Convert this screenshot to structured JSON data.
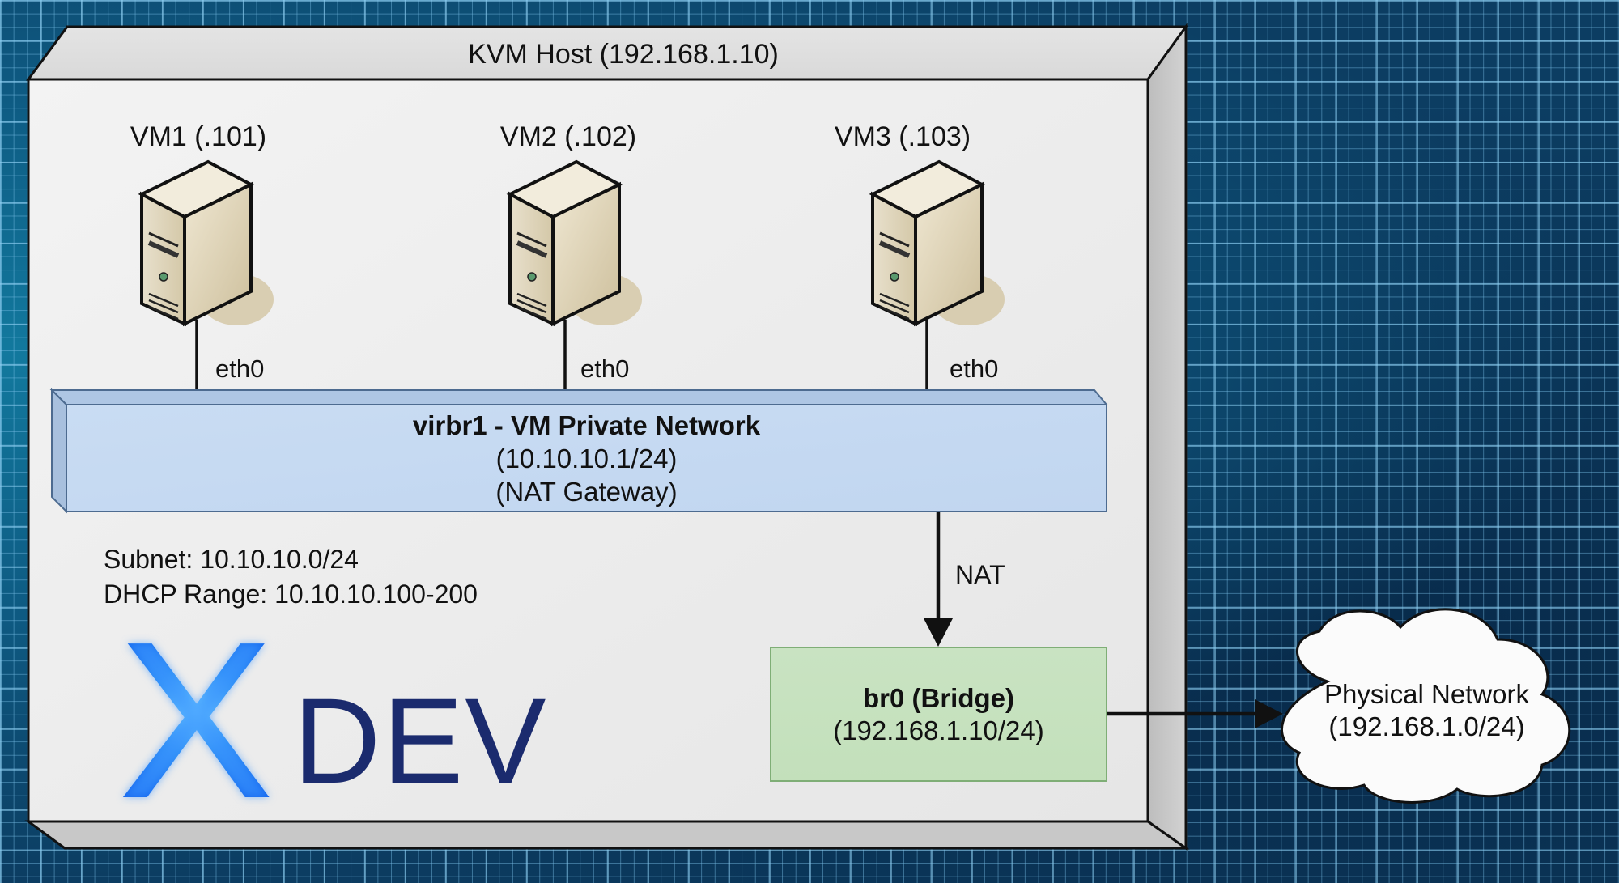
{
  "host": {
    "title": "KVM Host (192.168.1.10)"
  },
  "vms": [
    {
      "label": "VM1 (.101)",
      "interface": "eth0",
      "icon": "server-tower-icon"
    },
    {
      "label": "VM2 (.102)",
      "interface": "eth0",
      "icon": "server-tower-icon"
    },
    {
      "label": "VM3 (.103)",
      "interface": "eth0",
      "icon": "server-tower-icon"
    }
  ],
  "virbr1": {
    "title": "virbr1 - VM Private Network",
    "address": "(10.10.10.1/24)",
    "role": "(NAT Gateway)",
    "color": "#c6daf2"
  },
  "network_info": {
    "subnet": "Subnet: 10.10.10.0/24",
    "dhcp": "DHCP Range: 10.10.10.100-200"
  },
  "nat_link": {
    "label": "NAT"
  },
  "br0": {
    "title": "br0 (Bridge)",
    "address": "(192.168.1.10/24)",
    "color": "#c6e1be"
  },
  "physical_network": {
    "title": "Physical Network",
    "address": "(192.168.1.0/24)",
    "icon": "cloud-icon"
  },
  "logo": {
    "mark": "X",
    "word": "DEV",
    "mark_color": "#1f7cf2",
    "word_color": "#1b2b6e"
  }
}
